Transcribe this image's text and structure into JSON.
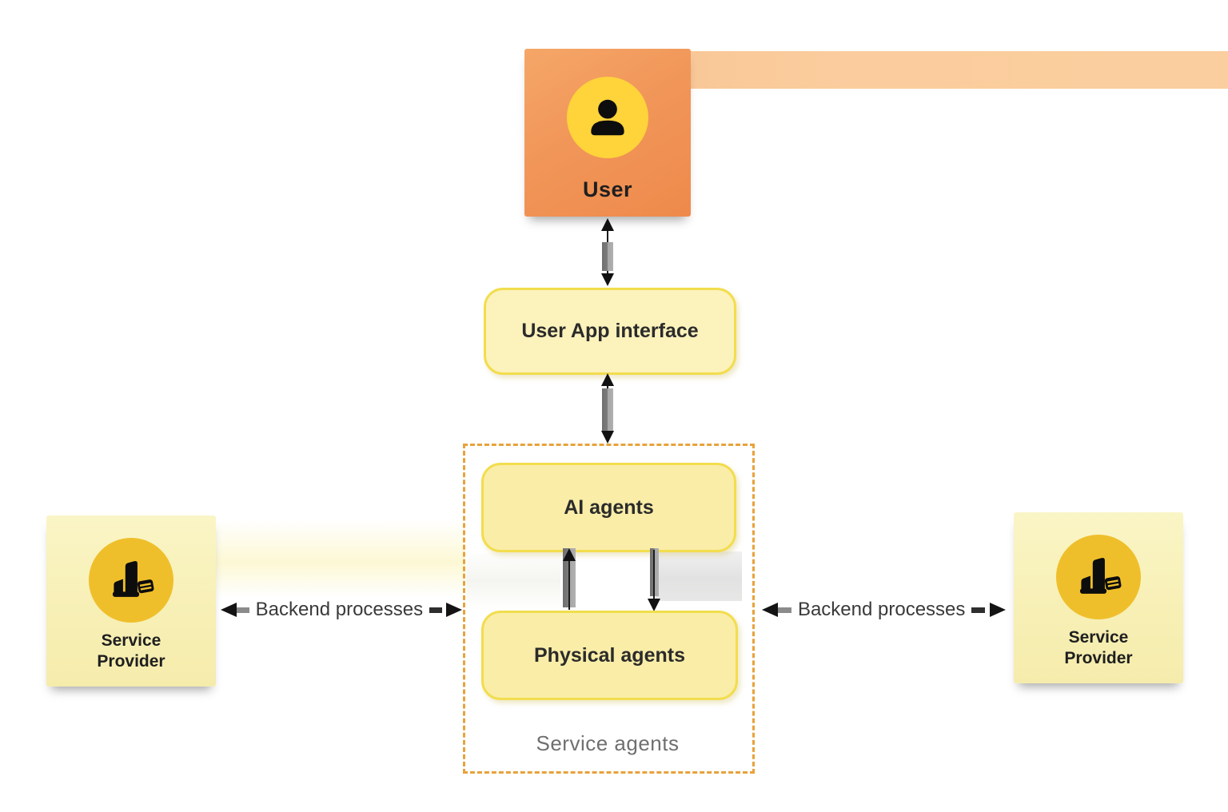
{
  "nodes": {
    "user": {
      "label": "User",
      "icon": "user-icon"
    },
    "interface": {
      "label": "User App interface"
    },
    "ai_agents": {
      "label": "AI agents"
    },
    "physical_agents": {
      "label": "Physical agents"
    },
    "service_agents": {
      "label": "Service agents"
    },
    "service_provider_left": {
      "line1": "Service",
      "line2": "Provider",
      "icon": "building-icon"
    },
    "service_provider_right": {
      "line1": "Service",
      "line2": "Provider",
      "icon": "building-icon"
    }
  },
  "edges": {
    "backend_left": {
      "label": "Backend processes"
    },
    "backend_right": {
      "label": "Backend processes"
    }
  },
  "colors": {
    "user_note_orange": "#F19659",
    "highlight_band_orange": "#FBCD9E",
    "sticky_note_yellow": "#F7EFB4",
    "provider_circle_gold": "#EFBF2B",
    "user_circle_gold": "#FFD33A",
    "process_box_fill": "#FAEDA8",
    "process_box_border": "#F2DD4E",
    "dashed_container_border": "#E8A23C",
    "text_dark": "#2B2B2B",
    "text_gray": "#6F6F6F",
    "arrow_gray": "#8B8B8B"
  }
}
